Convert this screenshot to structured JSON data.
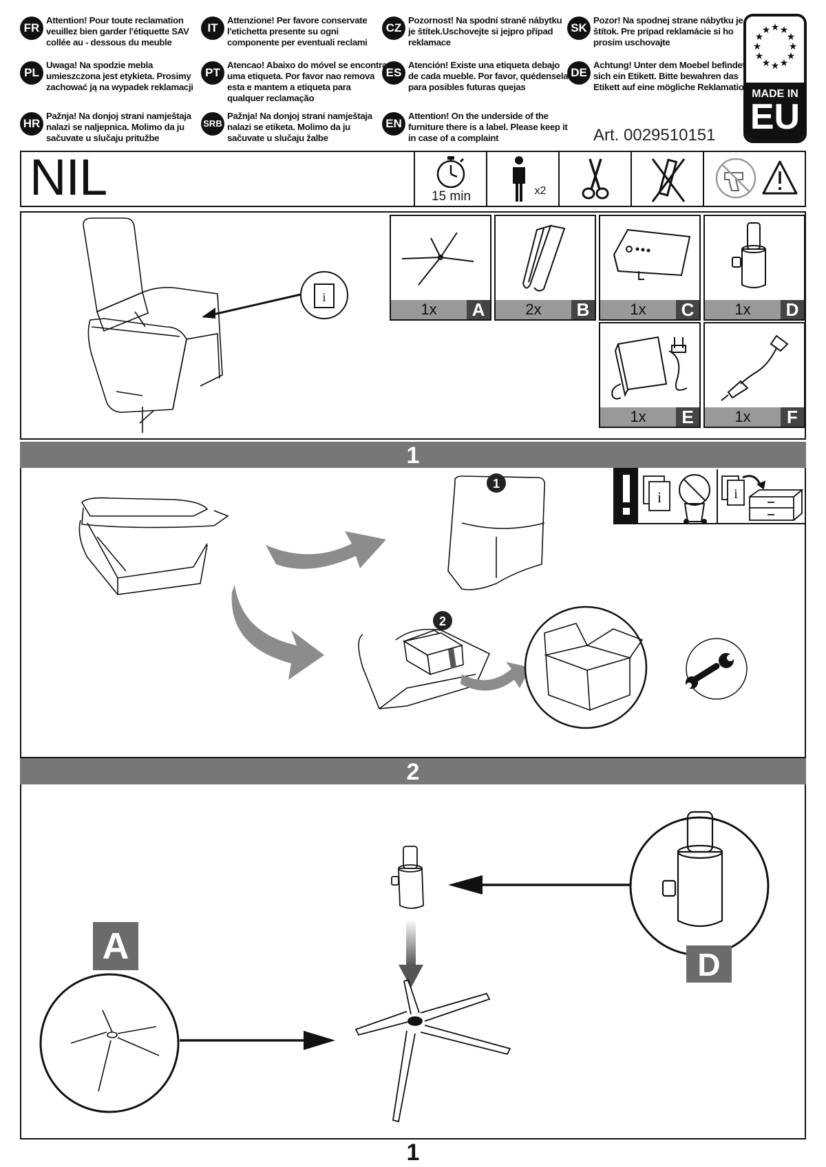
{
  "notices": [
    {
      "code": "FR",
      "text": "Attention! Pour toute reclamation veuillez bien garder l'étiquette SAV collée au - dessous du meuble"
    },
    {
      "code": "IT",
      "text": "Attenzione! Per favore conservate l'etichetta presente su ogni componente per eventuali reclami"
    },
    {
      "code": "CZ",
      "text": "Pozornost! Na spodní straně nábytku je štítek.Uschovejte si jejpro případ reklamace"
    },
    {
      "code": "SK",
      "text": "Pozor! Na spodnej strane nábytku je štítok. Pre prípad reklamácie si ho prosím uschovajte"
    },
    {
      "code": "PL",
      "text": "Uwaga! Na spodzie mebla umieszczona jest etykieta. Prosimy zachować ją na wypadek reklamacji"
    },
    {
      "code": "PT",
      "text": "Atencao! Abaixo do móvel se encontra uma etiqueta. Por favor nao remova esta e mantem a etiqueta para qualquer reclamação"
    },
    {
      "code": "ES",
      "text": "Atención! Existe una etiqueta debajo de cada mueble. Por favor, quédensela para posibles futuras quejas"
    },
    {
      "code": "DE",
      "text": "Achtung! Unter dem Moebel befindet sich ein Etikett. Bitte bewahren das Etikett auf eine mögliche Reklamation"
    },
    {
      "code": "HR",
      "text": "Pažnja! Na donjoj strani namještaja nalazi se naljepnica. Molimo da ju sačuvate u slučaju pritužbe"
    },
    {
      "code": "SRB",
      "text": "Pažnja! Na donjoj strani namještaja nalazi se etiketa. Molimo da ju sačuvate u slučaju žalbe"
    },
    {
      "code": "EN",
      "text": "Attention! On the underside of the furniture there is a label. Please keep it in case of a complaint"
    }
  ],
  "badge": {
    "made_in": "MADE IN",
    "region": "EU"
  },
  "article": "Art. 0029510151",
  "title": "NIL",
  "tools": {
    "time": "15 min",
    "persons": "x2"
  },
  "parts": [
    {
      "qty": "1x",
      "letter": "A"
    },
    {
      "qty": "2x",
      "letter": "B"
    },
    {
      "qty": "1x",
      "letter": "C"
    },
    {
      "qty": "1x",
      "letter": "D"
    },
    {
      "qty": "1x",
      "letter": "E"
    },
    {
      "qty": "1x",
      "letter": "F"
    }
  ],
  "steps": [
    {
      "number": "1",
      "markers": [
        "1",
        "2"
      ]
    },
    {
      "number": "2",
      "callouts": [
        "A",
        "D"
      ]
    }
  ],
  "info_letter": "i",
  "page_number": "1",
  "icons": [
    "stopwatch-icon",
    "person-icon",
    "scissors-icon",
    "no-knife-icon",
    "no-power-drill-icon",
    "warning-icon",
    "wrench-icon",
    "info-sheet-icon",
    "exclamation-icon"
  ]
}
